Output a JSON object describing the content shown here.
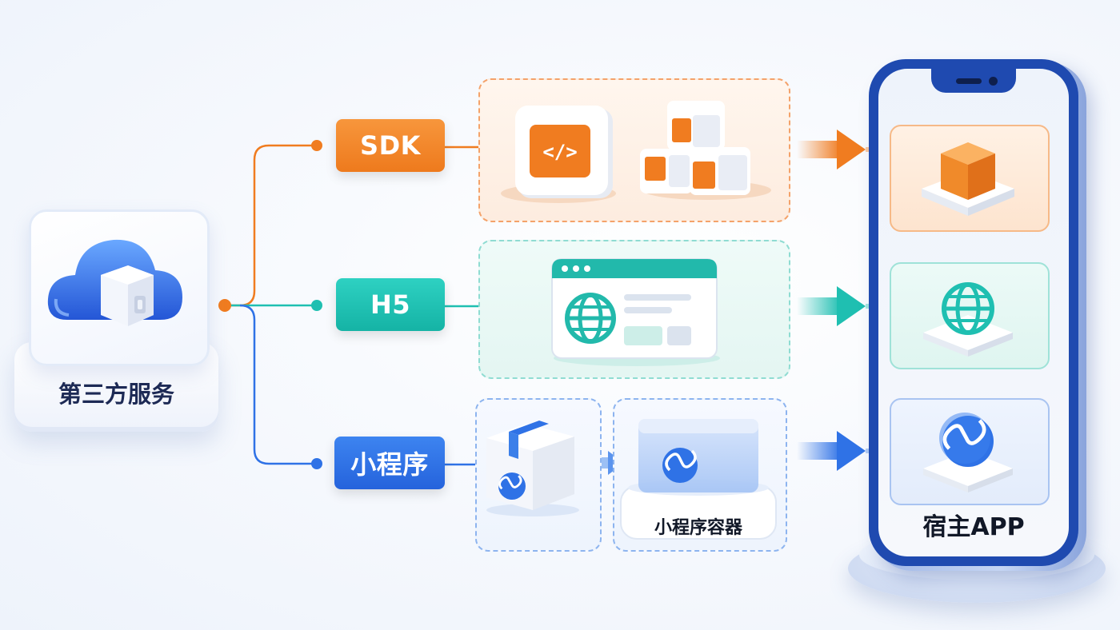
{
  "source": {
    "label": "第三方服务",
    "icon": "cloud-cube-icon"
  },
  "channels": [
    {
      "id": "sdk",
      "label": "SDK",
      "color": "#f07c20"
    },
    {
      "id": "h5",
      "label": "H5",
      "color": "#1fbfb1"
    },
    {
      "id": "miniprogram",
      "label": "小程序",
      "color": "#2f72e6"
    }
  ],
  "miniprogram_flow": {
    "container_label": "小程序容器"
  },
  "host": {
    "label": "宿主APP"
  },
  "colors": {
    "sdk": "#f07c20",
    "h5": "#1fbfb1",
    "miniprogram": "#2f72e6",
    "host_frame": "#1f4ab0",
    "text": "#1d2a55"
  }
}
